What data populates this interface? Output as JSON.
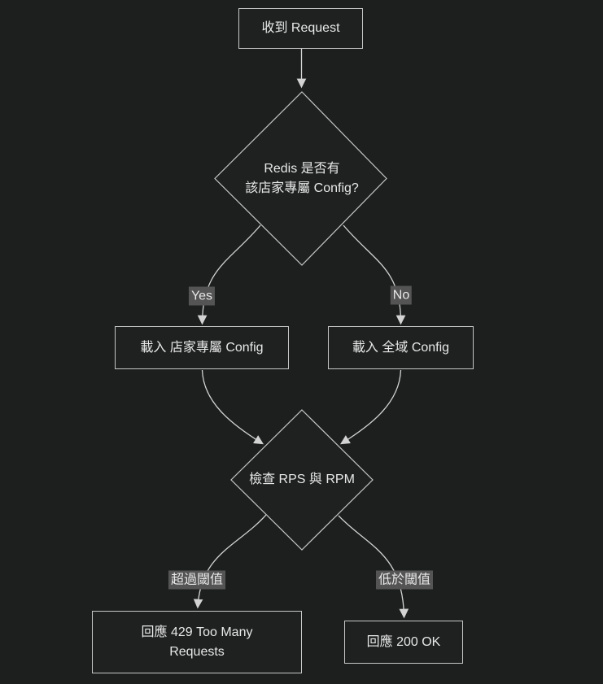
{
  "colors": {
    "background": "#1d1f1f",
    "node_fill": "#1f2121",
    "node_border": "#c6c6c6",
    "text": "#e8e8e8",
    "edge": "#d3d3d3",
    "edge_label_bg": "#545454",
    "edge_label_text": "#e8e8e8"
  },
  "flowchart": {
    "nodes": {
      "receive": {
        "label": "收到 Request"
      },
      "config_decision": {
        "line1": "Redis 是否有",
        "line2": "該店家專屬 Config?"
      },
      "load_store": {
        "label": "載入 店家專屬 Config"
      },
      "load_global": {
        "label": "載入 全域 Config"
      },
      "rate_decision": {
        "label": "檢查 RPS 與 RPM"
      },
      "respond_429": {
        "line1": "回應 429 Too Many",
        "line2": "Requests"
      },
      "respond_200": {
        "label": "回應 200 OK"
      }
    },
    "edge_labels": {
      "yes": "Yes",
      "no": "No",
      "over_threshold": "超過閾值",
      "under_threshold": "低於閾值"
    }
  }
}
